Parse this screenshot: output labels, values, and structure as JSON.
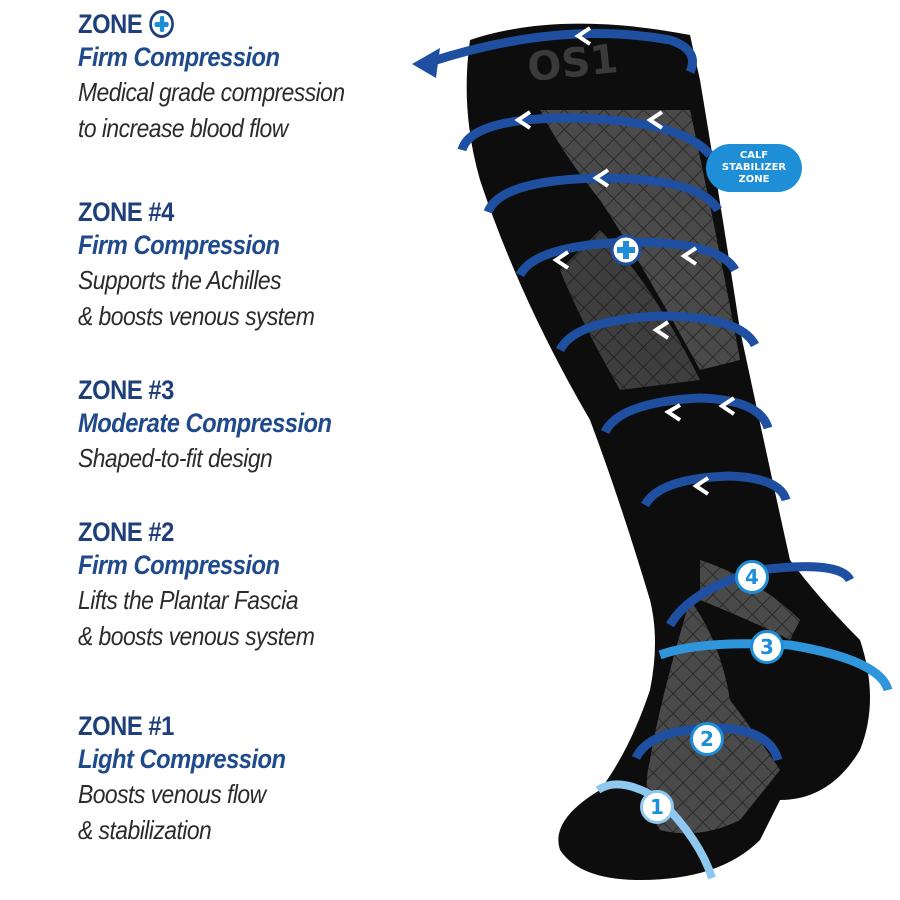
{
  "zones": [
    {
      "id": "plus",
      "title": "ZONE",
      "title_icon": "plus-circle-icon",
      "compression": "Firm Compression",
      "description": [
        "Medical grade compression",
        "to increase blood flow"
      ]
    },
    {
      "id": "4",
      "title": "ZONE #4",
      "compression": "Firm Compression",
      "description": [
        "Supports the Achilles",
        "& boosts venous system"
      ]
    },
    {
      "id": "3",
      "title": "ZONE #3",
      "compression": "Moderate Compression",
      "description": [
        "Shaped-to-fit design"
      ]
    },
    {
      "id": "2",
      "title": "ZONE #2",
      "compression": "Firm Compression",
      "description": [
        "Lifts the Plantar Fascia",
        "& boosts venous system"
      ]
    },
    {
      "id": "1",
      "title": "ZONE #1",
      "compression": "Light Compression",
      "description": [
        "Boosts venous flow",
        "& stabilization"
      ]
    }
  ],
  "calf_badge": {
    "lines": [
      "CALF",
      "STABILIZER",
      "ZONE"
    ]
  },
  "brand_mark": "OS1",
  "ring_badges": [
    "4",
    "3",
    "2",
    "1"
  ],
  "colors": {
    "heading_navy": "#1e3f7a",
    "ring_blue": "#1f4fa0",
    "accent_blue": "#1e8ed6",
    "light_blue": "#7fc0ea",
    "sock_black": "#0d0d0d",
    "sock_gray": "#4a4a4a"
  }
}
